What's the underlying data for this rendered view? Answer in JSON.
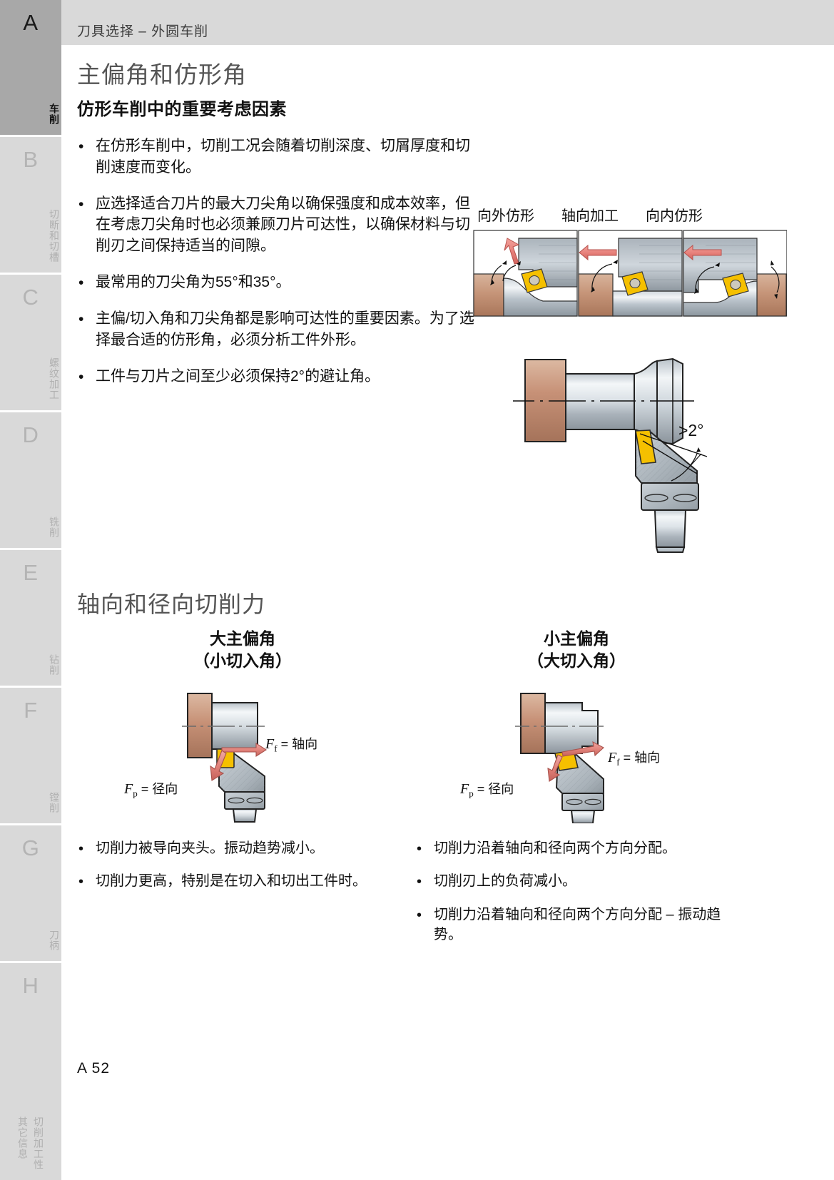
{
  "header": {
    "breadcrumb": "刀具选择 – 外圆车削"
  },
  "sidebar": {
    "tabs": [
      {
        "letter": "A",
        "label": "车削",
        "active": true
      },
      {
        "letter": "B",
        "label": "切断和切槽",
        "active": false
      },
      {
        "letter": "C",
        "label": "螺纹加工",
        "active": false
      },
      {
        "letter": "D",
        "label": "铣削",
        "active": false
      },
      {
        "letter": "E",
        "label": "钻削",
        "active": false
      },
      {
        "letter": "F",
        "label": "镗削",
        "active": false
      },
      {
        "letter": "G",
        "label": "刀柄",
        "active": false
      },
      {
        "letter": "H",
        "label": "切削加工性",
        "label2": "其它信息",
        "active": false
      }
    ]
  },
  "section1": {
    "title": "主偏角和仿形角",
    "subtitle": "仿形车削中的重要考虑因素",
    "bullets": [
      "在仿形车削中，切削工况会随着切削深度、切屑厚度和切削速度而变化。",
      "应选择适合刀片的最大刀尖角以确保强度和成本效率，但在考虑刀尖角时也必须兼顾刀片可达性，以确保材料与切削刃之间保持适当的间隙。",
      "最常用的刀尖角为55°和35°。",
      "主偏/切入角和刀尖角都是影响可达性的重要因素。为了选择最合适的仿形角，必须分析工件外形。",
      "工件与刀片之间至少必须保持2°的避让角。"
    ],
    "figure_strip": {
      "labels": [
        "向外仿形",
        "轴向加工",
        "向内仿形"
      ]
    },
    "figure_clearance": {
      "angle_label": ">2°"
    }
  },
  "section2": {
    "title": "轴向和径向切削力",
    "columns": [
      {
        "heading_line1": "大主偏角",
        "heading_line2": "（小切入角）",
        "force_axial": {
          "symbol": "F",
          "sub": "f",
          "eq": "=",
          "text": "轴向"
        },
        "force_radial": {
          "symbol": "F",
          "sub": "p",
          "eq": "=",
          "text": "径向"
        },
        "bullets": [
          "切削力被导向夹头。振动趋势减小。",
          "切削力更高，特别是在切入和切出工件时。"
        ]
      },
      {
        "heading_line1": "小主偏角",
        "heading_line2": "（大切入角）",
        "force_axial": {
          "symbol": "F",
          "sub": "f",
          "eq": "=",
          "text": "轴向"
        },
        "force_radial": {
          "symbol": "F",
          "sub": "p",
          "eq": "=",
          "text": "径向"
        },
        "bullets": [
          "切削力沿着轴向和径向两个方向分配。",
          "切削刃上的负荷减小。",
          "切削力沿着轴向和径向两个方向分配 – 振动趋势。"
        ]
      }
    ]
  },
  "footer": {
    "page_number": "A 52"
  },
  "colors": {
    "tab_active_bg": "#a8a8a8",
    "tab_inactive_bg": "#d9d9d9",
    "header_bg": "#d9d9d9",
    "heading_gray": "#555555",
    "workpiece_copper": "#b5825f",
    "insert_yellow": "#f5c000",
    "arrow_red": "#e8827c",
    "steel_light": "#e8ecef",
    "steel_mid": "#9aa3ab"
  }
}
